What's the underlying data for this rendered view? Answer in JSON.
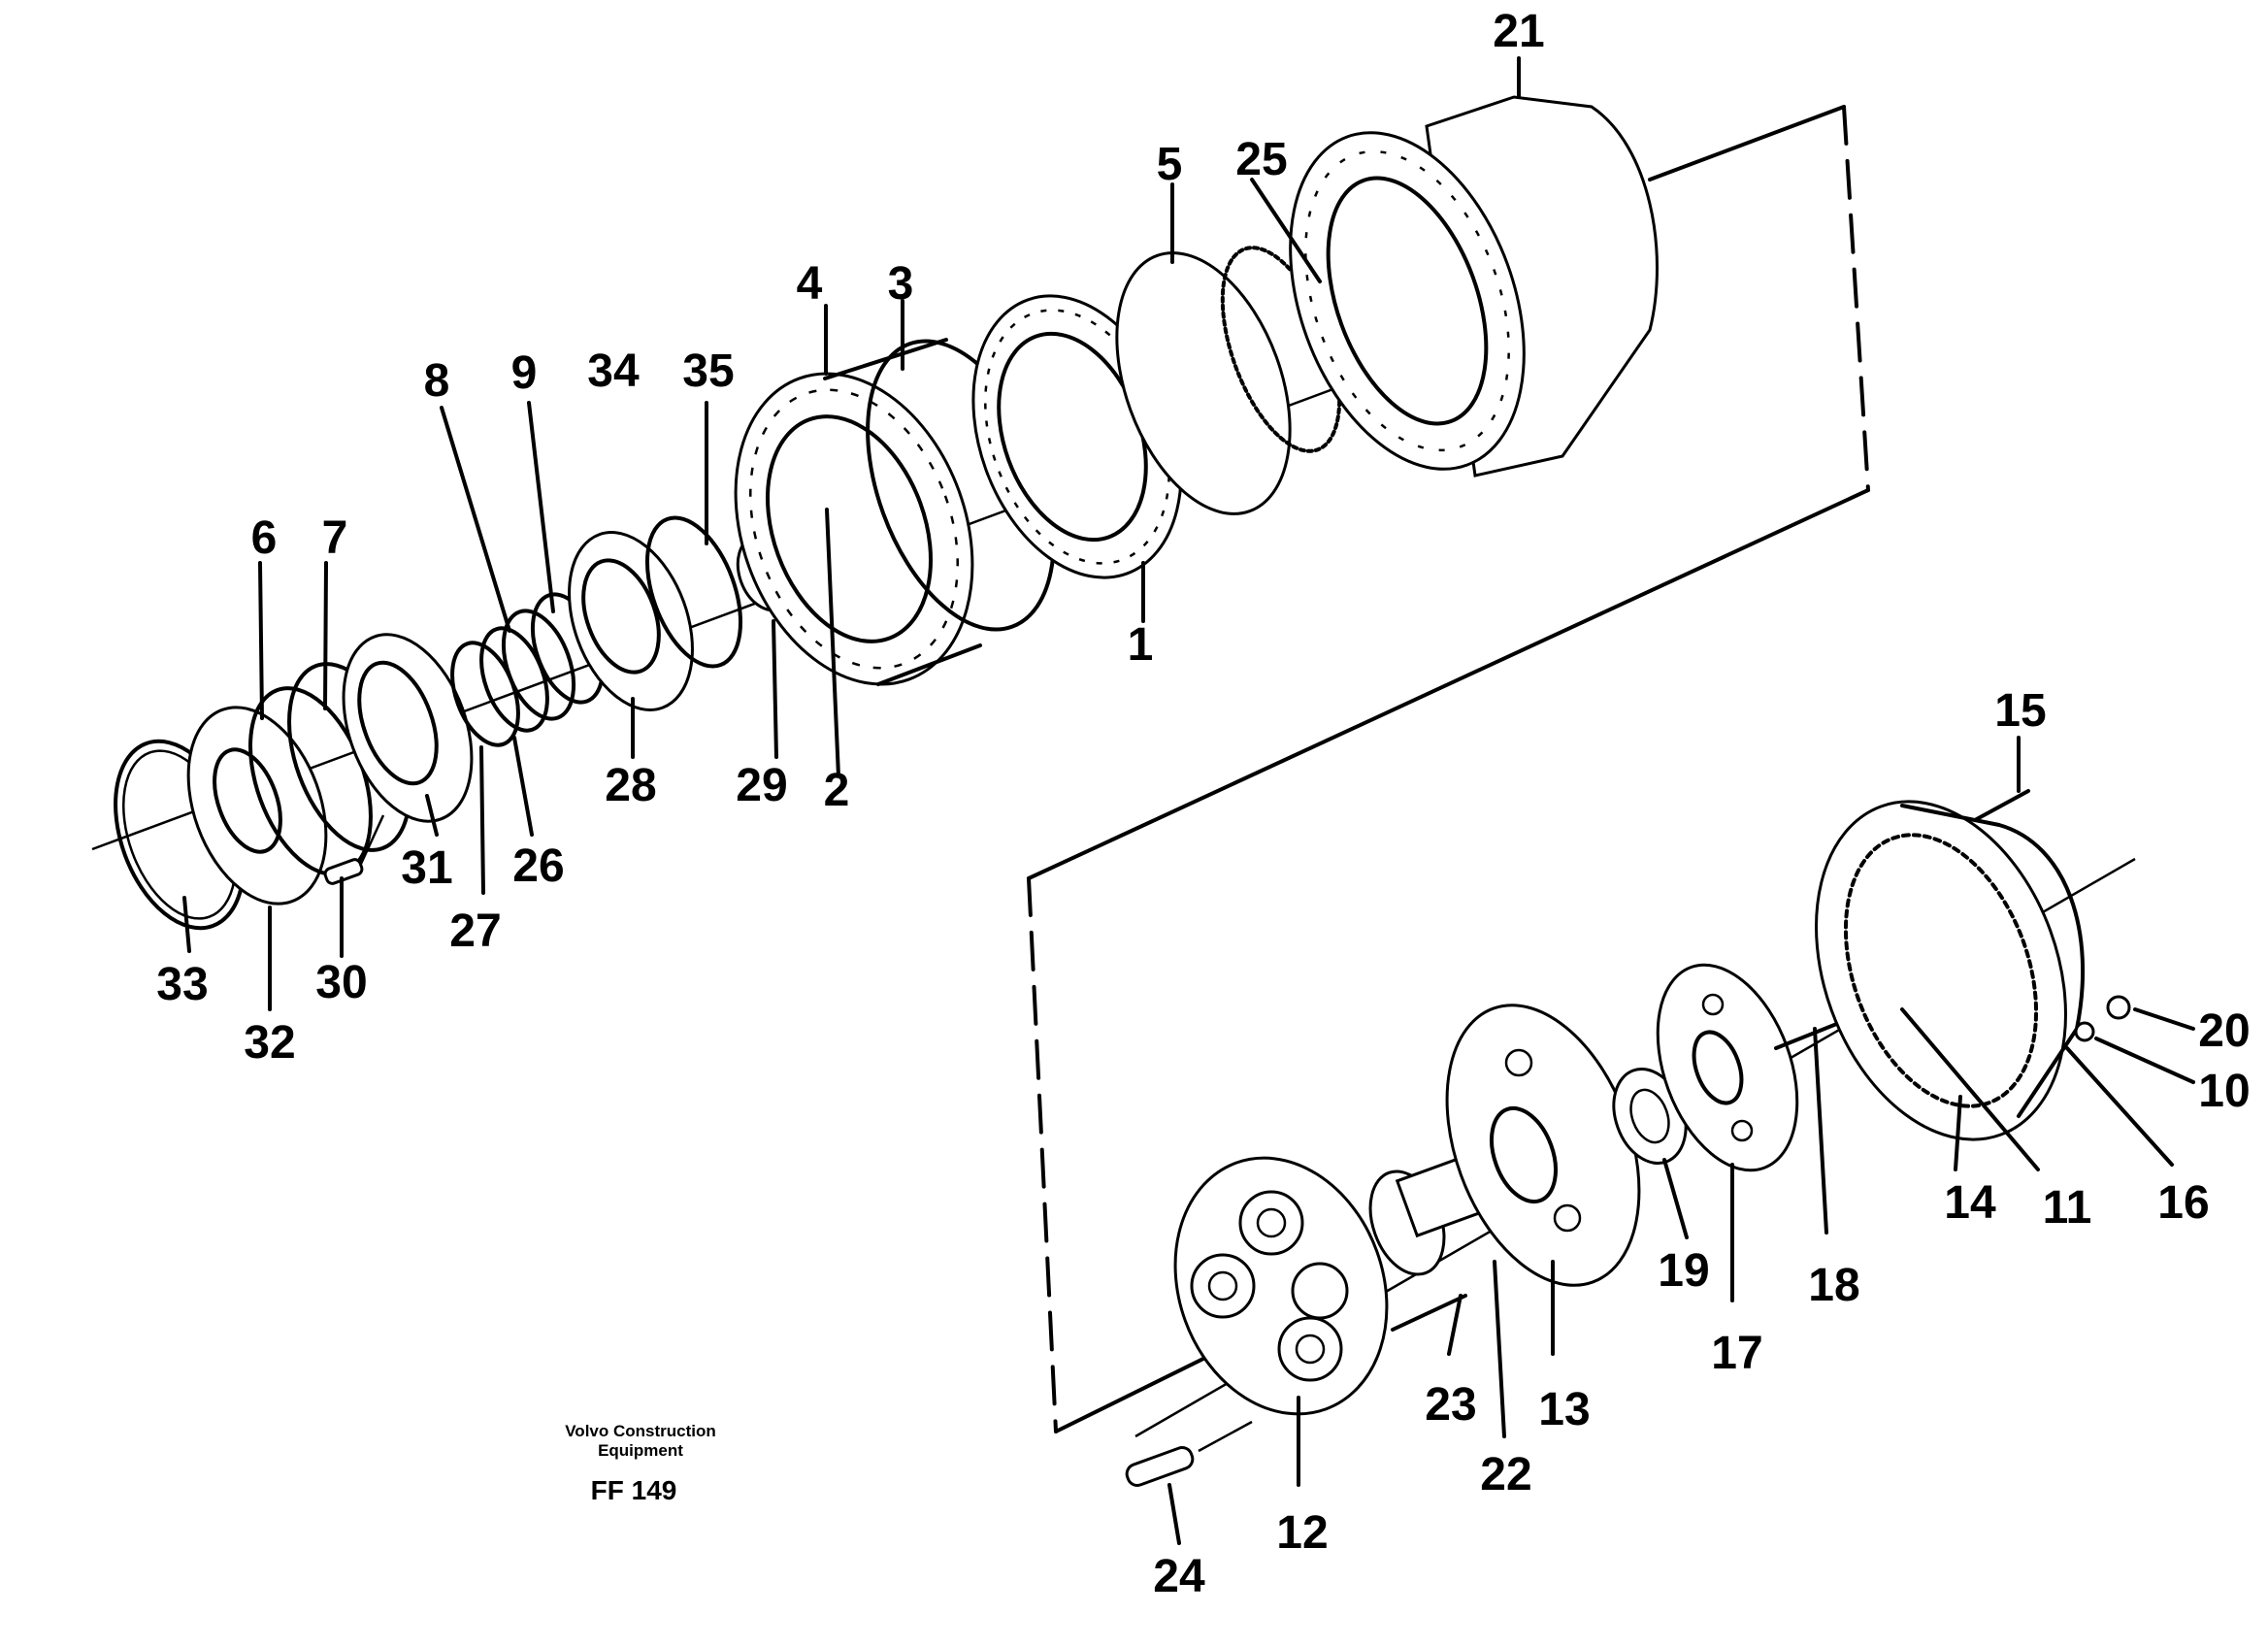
{
  "diagram": {
    "part_numbers": [
      "1",
      "2",
      "3",
      "4",
      "5",
      "6",
      "7",
      "8",
      "9",
      "10",
      "11",
      "12",
      "13",
      "14",
      "15",
      "16",
      "17",
      "18",
      "19",
      "20",
      "21",
      "22",
      "23",
      "24",
      "25",
      "26",
      "27",
      "28",
      "29",
      "30",
      "31",
      "32",
      "33",
      "34",
      "35"
    ],
    "credit": {
      "line1": "Volvo Construction",
      "line2": "Equipment",
      "code": "FF 149"
    }
  }
}
